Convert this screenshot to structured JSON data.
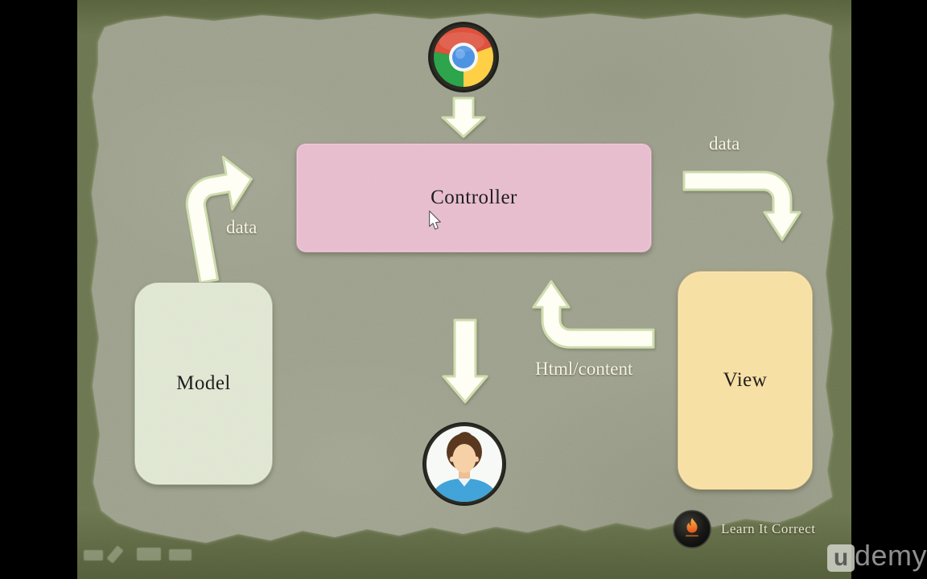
{
  "colors": {
    "stage_bg": "#000000",
    "slide_edge": "#6a7450",
    "slide_edge_dark": "#525c3a",
    "paper": "#9c9f8c",
    "controller_fill": "#e7bccd",
    "controller_edge": "#c79cb2",
    "model_fill": "#dfe6d2",
    "model_edge": "#b4bfa0",
    "view_fill": "#f7dfa2",
    "view_edge": "#d9bd7d",
    "arrow_fill": "#fffef5",
    "arrow_stroke": "#cddcab",
    "label_text": "#f7f4e2",
    "node_text": "#1d1d1d",
    "chrome_red": "#dd4f3b",
    "chrome_yellow": "#ffce43",
    "chrome_green": "#2ba14a",
    "chrome_blue": "#4a8fe2",
    "icon_ring": "#2a2a24",
    "avatar_shirt": "#3fa0d8",
    "avatar_hair": "#57361f",
    "avatar_skin": "#f6cfa4",
    "flame_orange": "#f58220",
    "brand_text": "#e7e4cd",
    "udemy_text": "#8f8f8f"
  },
  "diagram": {
    "nodes": {
      "browser": {
        "icon": "chrome-icon"
      },
      "controller": {
        "label": "Controller"
      },
      "model": {
        "label": "Model"
      },
      "view": {
        "label": "View"
      },
      "user": {
        "icon": "user-avatar-icon"
      }
    },
    "edge_labels": {
      "model_to_controller": "data",
      "controller_to_view": "data",
      "view_to_controller": "Html/content"
    },
    "edges": [
      {
        "from": "browser",
        "to": "controller",
        "label": ""
      },
      {
        "from": "model",
        "to": "controller",
        "label": "data"
      },
      {
        "from": "controller",
        "to": "view",
        "label": "data"
      },
      {
        "from": "view",
        "to": "controller",
        "label": "Html/content"
      },
      {
        "from": "controller",
        "to": "user",
        "label": ""
      }
    ]
  },
  "branding": {
    "channel": "Learn It Correct",
    "platform_u": "u",
    "platform_rest": "demy"
  }
}
